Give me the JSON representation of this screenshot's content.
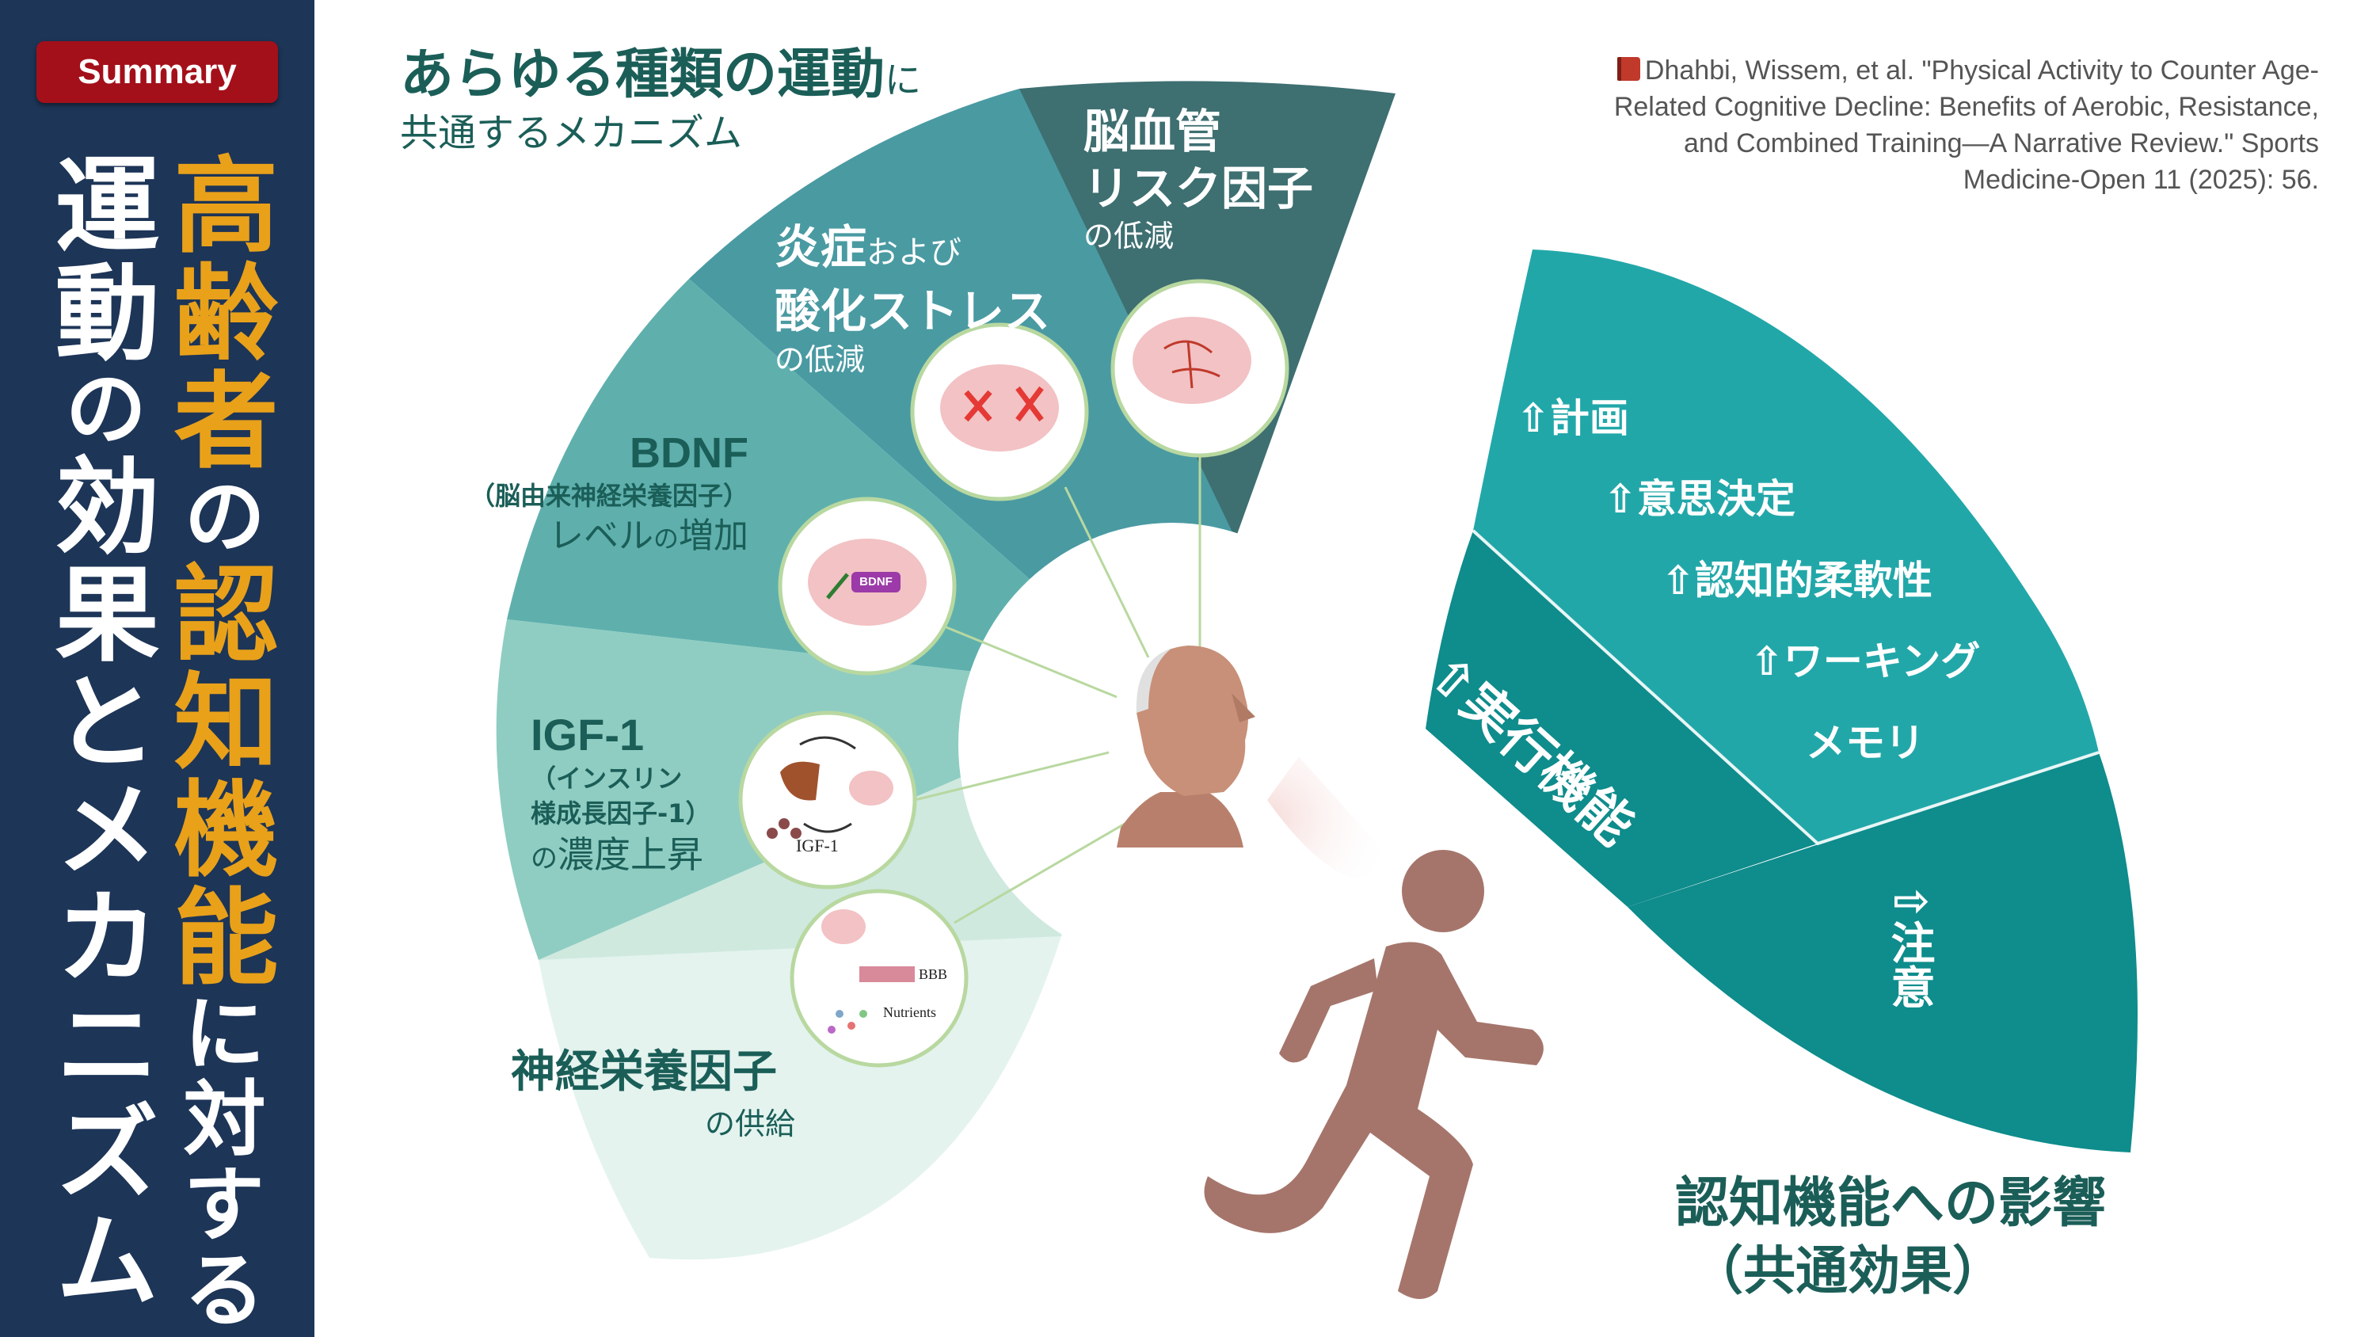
{
  "summary_badge": "Summary",
  "title": {
    "part1": "運動",
    "part2": "の",
    "part3": "効果とメカニズム",
    "part4": "高齢者",
    "part5": "の",
    "part6": "認知機能",
    "part7": "に対する"
  },
  "heading": {
    "main": "あらゆる種類の運動",
    "suffix": "に",
    "sub": "共通するメカニズム"
  },
  "citation": "Dhahbi, Wissem, et al. \"Physical Activity to Counter Age-Related Cognitive Decline: Benefits of Aerobic, Resistance, and Combined Training—A Narrative Review.\" Sports Medicine-Open 11 (2025): 56.",
  "mechanisms": {
    "vascular": {
      "line1": "脳血管",
      "line2": "リスク因子",
      "sub": "の低減"
    },
    "inflammation": {
      "line1a": "炎症",
      "line1b": "および",
      "line2": "酸化ストレス",
      "sub": "の低減"
    },
    "bdnf": {
      "title": "BDNF",
      "paren": "（脳由来神経栄養因子）",
      "sub1": "レベル",
      "sub2": "の",
      "sub3": "増加",
      "icon_label": "BDNF"
    },
    "igf": {
      "title": "IGF-1",
      "paren1": "（インスリン",
      "paren2": "様成長因子-1）",
      "sub1": "の",
      "sub2": "濃度上昇",
      "icon_label": "IGF-1"
    },
    "neuro": {
      "title": "神経栄養因子",
      "sub": "の供給",
      "icon_label1": "BBB",
      "icon_label2": "Nutrients"
    }
  },
  "effects": {
    "items": [
      "⇧計画",
      "⇧意思決定",
      "⇧認知的柔軟性",
      "⇧ワーキング",
      "メモリ"
    ],
    "executive": "⇧実行機能",
    "attention": "⇧注意",
    "caption1": "認知機能への影響",
    "caption2": "（共通効果）"
  },
  "colors": {
    "sidebar": "#1d3557",
    "badge": "#a3101a",
    "gold": "#e9a11a",
    "wedge_dark": "#3e6f71",
    "wedge_teal": "#4a9aa2",
    "wedge_mid": "#5fb0ad",
    "wedge_light": "#8fcdc2",
    "wedge_pale": "#bfe3d8",
    "wedge_palest": "#dcefe8",
    "right_teal": "#22a7a9",
    "right_dark": "#0f8c8c",
    "runner": "#a5756b"
  }
}
